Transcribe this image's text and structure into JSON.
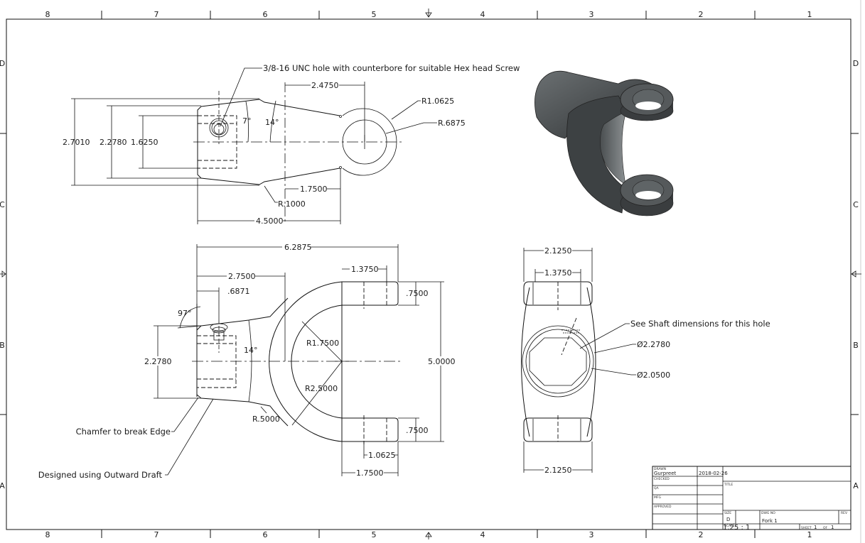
{
  "sheet": {
    "zones_columns": [
      "8",
      "7",
      "6",
      "5",
      "4",
      "3",
      "2",
      "1"
    ],
    "zones_rows": [
      "D",
      "C",
      "B",
      "A"
    ]
  },
  "top_view": {
    "note_hole": "3/8-16 UNC hole with counterbore for suitable Hex head Screw",
    "dims": {
      "overall_height": "2.7010",
      "mid_height": "2.2780",
      "inner_height": "1.6250",
      "angle_small": "7°",
      "angle_large": "14°",
      "to_eye_center": "2.4750",
      "outer_radius": "R1.0625",
      "inner_radius": "R.6875",
      "fillet": "R.1000",
      "neck_length": "1.7500",
      "overall_length": "4.5000"
    }
  },
  "front_view": {
    "dims": {
      "overall_length": "6.2875",
      "to_arc": "2.7500",
      "hole_offset": ".6871",
      "chamfer_angle": "97°",
      "hub_height": "2.2780",
      "taper_angle": "14°",
      "inner_radius": "R1.7500",
      "outer_radius": "R2.5000",
      "fillet": "R.5000",
      "lug_width_top": "1.3750",
      "lug_thick_top": ".7500",
      "overall_height": "5.0000",
      "lug_thick_bottom": ".7500",
      "bore_offset": "1.0625",
      "lug_length_bottom": "1.7500"
    },
    "notes": {
      "chamfer": "Chamfer to break Edge",
      "draft": "Designed using Outward Draft"
    }
  },
  "side_view": {
    "dims": {
      "width_top": "2.1250",
      "lug_width": "1.3750",
      "width_bottom": "2.1250",
      "outer_dia": "Ø2.2780",
      "inner_dia": "Ø2.0500"
    },
    "note_hole": "See Shaft dimensions for this hole"
  },
  "title_block": {
    "drawn_label": "DRAWN",
    "drawn_by": "Gurpreet",
    "drawn_date": "2018-02-26",
    "checked_label": "CHECKED",
    "qa_label": "QA",
    "mfg_label": "MFG",
    "approved_label": "APPROVED",
    "title_label": "TITLE",
    "size_label": "SIZE",
    "size_value": "D",
    "dwg_no_label": "DWG NO",
    "dwg_no_value": "Fork 1",
    "rev_label": "REV",
    "scale_label": "SCALE",
    "scale_value": "1.25 : 1",
    "sheet_label": "SHEET",
    "sheet_value": "1",
    "of_label": "OF",
    "sheet_total": "1"
  }
}
